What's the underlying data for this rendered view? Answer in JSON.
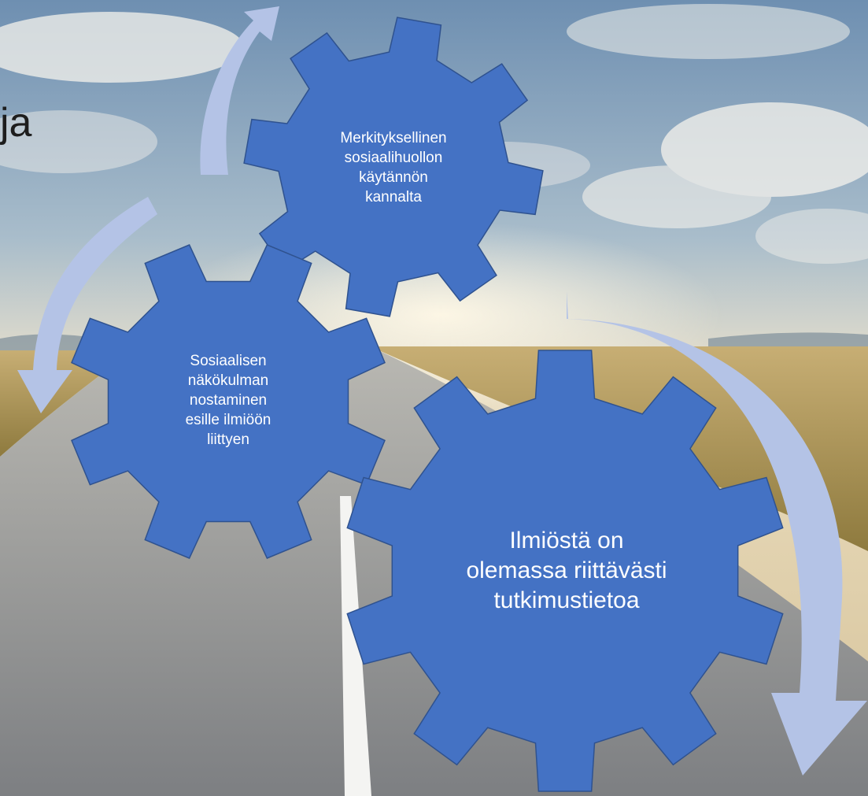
{
  "slide": {
    "title_fragment": "ja"
  },
  "gears": [
    {
      "label": "Merkityksellinen\nsosiaalihuollon\nkäytännön\nkannalta"
    },
    {
      "label": "Sosiaalisen\nnäkökulman\nnostaminen\nesille ilmiöön\nliittyen"
    },
    {
      "label": "Ilmiöstä on\nolemassa riittävästi\ntutkimustietoa"
    }
  ],
  "colors": {
    "gear_fill": "#4472C4",
    "gear_stroke": "#2F528F",
    "arrow_fill": "#B4C3E6",
    "sky_top": "#6E8FB1",
    "road": "#8A8C8F",
    "field": "#B49A5A"
  },
  "icons": {
    "arrow_top": "curved-arrow-up-icon",
    "arrow_left": "curved-arrow-down-left-icon",
    "arrow_right": "curved-arrow-down-right-icon"
  }
}
